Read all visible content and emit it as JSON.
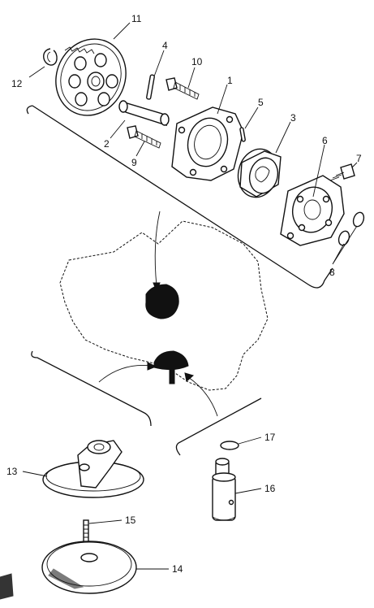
{
  "callouts": [
    {
      "id": "11",
      "text": "11"
    },
    {
      "id": "12",
      "text": "12"
    },
    {
      "id": "4",
      "text": "4"
    },
    {
      "id": "10",
      "text": "10"
    },
    {
      "id": "1",
      "text": "1"
    },
    {
      "id": "5",
      "text": "5"
    },
    {
      "id": "3",
      "text": "3"
    },
    {
      "id": "2",
      "text": "2"
    },
    {
      "id": "9",
      "text": "9"
    },
    {
      "id": "6",
      "text": "6"
    },
    {
      "id": "7",
      "text": "7"
    },
    {
      "id": "8",
      "text": "8"
    },
    {
      "id": "13",
      "text": "13"
    },
    {
      "id": "15",
      "text": "15"
    },
    {
      "id": "14",
      "text": "14"
    },
    {
      "id": "17",
      "text": "17"
    },
    {
      "id": "16",
      "text": "16"
    }
  ],
  "corner_stamp_icon": "corner-stamp-icon"
}
